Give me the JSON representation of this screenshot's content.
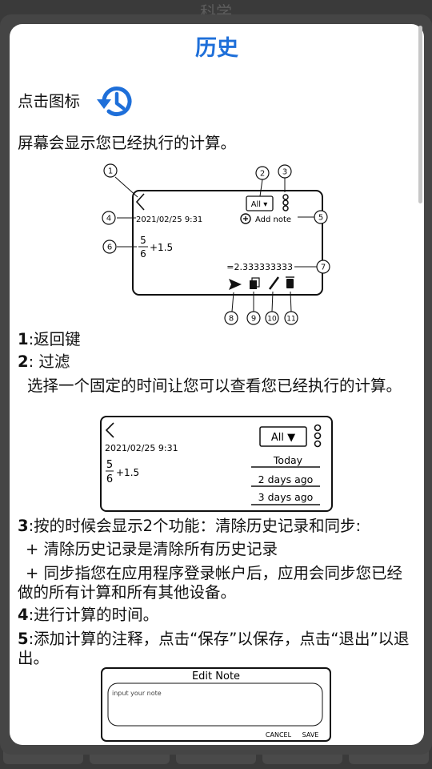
{
  "background_title": "科学",
  "title": "历史",
  "intro_label": "点击图标",
  "screen_desc": "屏幕会显示您已经执行的计算。",
  "diagram1": {
    "date": "2021/02/25 9:31",
    "frac_num": "5",
    "frac_den": "6",
    "plus": "+1.5",
    "result": "=2.333333333",
    "filter": "All ▾",
    "add_note": "Add note",
    "callouts": [
      "1",
      "2",
      "3",
      "4",
      "5",
      "6",
      "7",
      "8",
      "9",
      "10",
      "11"
    ]
  },
  "item1": {
    "num": "1",
    "text": ":返回键"
  },
  "item2": {
    "num": "2",
    "text": ": 过滤"
  },
  "item2_desc": "选择一个固定的时间让您可以查看您已经执行的计算。",
  "diagram2": {
    "date": "2021/02/25 9:31",
    "frac_num": "5",
    "frac_den": "6",
    "plus": "+1.5",
    "filter": "All ▼",
    "options": [
      "Today",
      "2 days ago",
      "3 days ago"
    ]
  },
  "item3": {
    "num": "3",
    "text": ":按的时候会显示2个功能：清除历史记录和同步:"
  },
  "item3_b1": "+ 清除历史记录是清除所有历史记录",
  "item3_b2": "+ 同步指您在应用程序登录帐户后，应用会同步您已经做的所有计算和所有其他设备。",
  "item4": {
    "num": "4",
    "text": ":进行计算的时间。"
  },
  "item5": {
    "num": "5",
    "text": ":添加计算的注释，点击“保存”以保存，点击“退出”以退出。"
  },
  "diagram3": {
    "title": "Edit Note",
    "placeholder": "input your note",
    "cancel": "CANCEL",
    "save": "SAVE"
  }
}
